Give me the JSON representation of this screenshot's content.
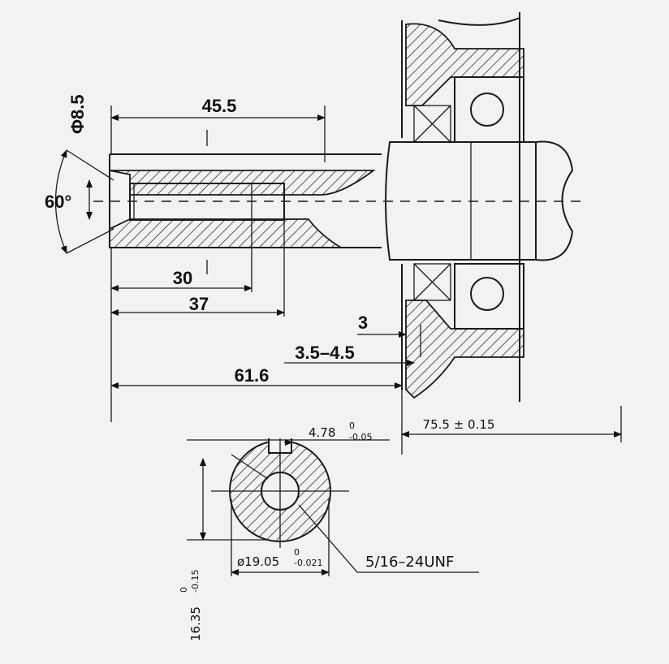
{
  "dimensions": {
    "hole_diameter": "Φ8.5",
    "shaft_length_45_5": "45.5",
    "chamfer_angle": "60°",
    "thread_depth_30": "30",
    "hole_depth_37": "37",
    "offset_3": "3",
    "offset_range": "3.5–4.5",
    "length_61_6": "61.6",
    "length_75_5": "75.5 ± 0.15",
    "key_width_main": "4.78",
    "key_width_upper": "0",
    "key_width_lower": "-0.05",
    "shaft_dia_main": "ø19.05",
    "shaft_dia_upper": "0",
    "shaft_dia_lower": "-0.021",
    "key_height_main": "16.35",
    "key_height_upper": "0",
    "key_height_lower": "-0.15",
    "thread_spec": "5/16–24UNF"
  }
}
